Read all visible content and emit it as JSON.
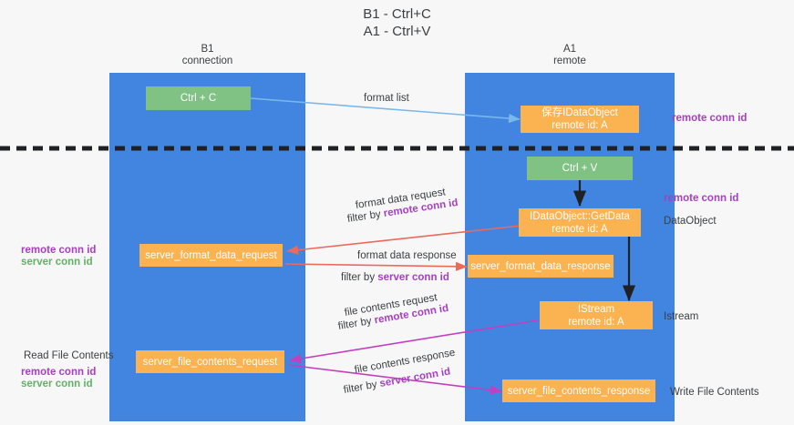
{
  "title": "B1 - Ctrl+C\nA1 - Ctrl+V",
  "lanes": [
    {
      "name": "lane-b1",
      "header": "B1\nconnection"
    },
    {
      "name": "lane-a1",
      "header": "A1\nremote"
    }
  ],
  "boxes": {
    "ctrl_c": "Ctrl + C",
    "ctrl_v": "Ctrl + V",
    "save_idataobject": "保存IDataObject\nremote id: A",
    "getdata": "IDataObject::GetData\nremote id: A",
    "istream": "IStream\nremote id: A",
    "server_format_data_request": "server_format_data_request",
    "server_format_data_response": "server_format_data_response",
    "server_file_contents_request": "server_file_contents_request",
    "server_file_contents_response": "server_file_contents_response"
  },
  "arrow_labels": {
    "format_list": "format list",
    "format_data_request": "format data request",
    "filter_by_1_prefix": "filter by ",
    "filter_by_1_key": "remote conn id",
    "format_data_response": "format data response",
    "filter_by_2_prefix": "filter by ",
    "filter_by_2_key": "server conn id",
    "file_contents_request": "file contents request",
    "filter_by_3_prefix": "filter by ",
    "filter_by_3_key": "remote conn id",
    "file_contents_response": "file contents response",
    "filter_by_4_prefix": "filter by ",
    "filter_by_4_key": "server conn id"
  },
  "annotations": {
    "right_remote_conn_id_top": "remote conn id",
    "right_remote_conn_id_mid": "remote conn id",
    "right_dataobject": "DataObject",
    "right_istream": "Istream",
    "right_write_file_contents": "Write File Contents",
    "left_remote_conn_id": "remote conn id",
    "left_server_conn_id": "server conn id",
    "left_read_file_contents": "Read File Contents",
    "left_remote_conn_id_2": "remote conn id",
    "left_server_conn_id_2": "server conn id"
  },
  "colors": {
    "lane": "#4285e0",
    "green_box": "#7fc283",
    "orange_box": "#fbb250",
    "purple_text": "#a63fc0",
    "green_text": "#63b169",
    "blue_arrow": "#7ab8ea",
    "red_arrow": "#ea6a5e",
    "magenta_arrow": "#c33fc0",
    "black_arrow": "#202124",
    "divider": "#202124",
    "background": "#f7f7f7"
  }
}
